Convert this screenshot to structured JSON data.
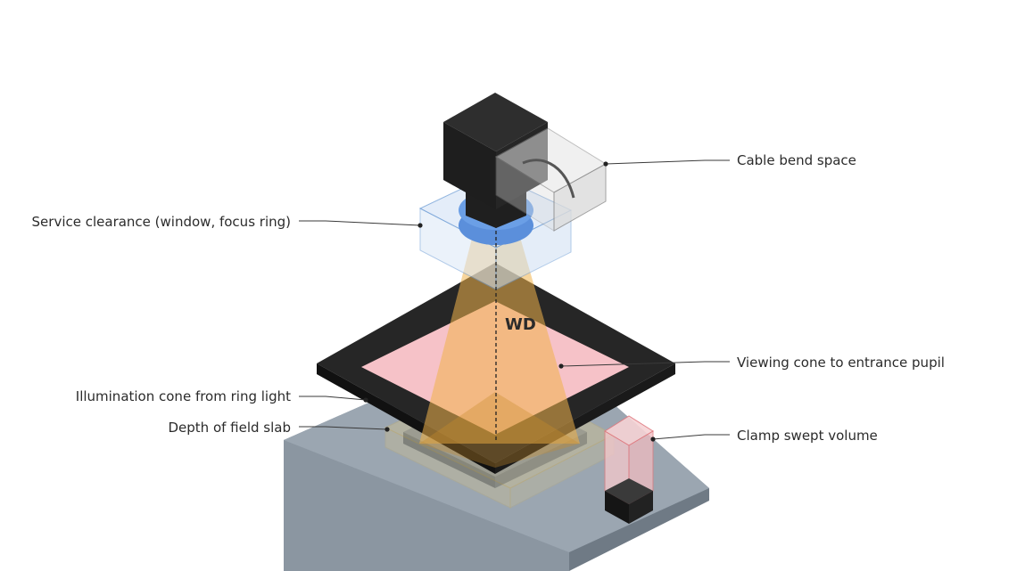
{
  "labels": {
    "cable_bend": "Cable bend space",
    "service_clearance": "Service clearance (window, focus ring)",
    "viewing_cone": "Viewing cone to entrance pupil",
    "illumination_cone": "Illumination cone from ring light",
    "dof_slab": "Depth of field slab",
    "clamp_volume": "Clamp swept volume",
    "working_distance": "WD"
  },
  "colors": {
    "camera_body": "#262626",
    "lens_ring": "#5b8fdb",
    "service_box": "#dbe8f7",
    "cable_box": "#e4e4e4",
    "viewing_cone": "#f5b7bf",
    "illumination_cone": "#f0b34a",
    "ring_light": "#262626",
    "dof_slab": "#f3d27a",
    "base_plate": "#9aa4ae",
    "clamp_volume": "#f6c9cc",
    "clamp_block": "#1e1e1e"
  }
}
